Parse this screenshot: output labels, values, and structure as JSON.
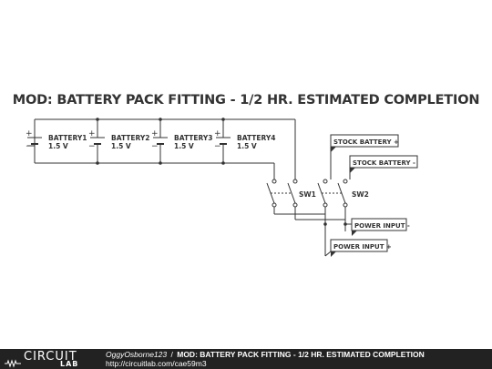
{
  "title": "MOD: BATTERY PACK FITTING - 1/2 HR. ESTIMATED COMPLETION",
  "batteries": [
    {
      "name": "BATTERY1",
      "value": "1.5 V"
    },
    {
      "name": "BATTERY2",
      "value": "1.5 V"
    },
    {
      "name": "BATTERY3",
      "value": "1.5 V"
    },
    {
      "name": "BATTERY4",
      "value": "1.5 V"
    }
  ],
  "switches": [
    {
      "name": "SW1"
    },
    {
      "name": "SW2"
    }
  ],
  "net_labels": {
    "stock_plus": "STOCK BATTERY +",
    "stock_minus": "STOCK BATTERY -",
    "power_minus": "POWER INPUT -",
    "power_plus": "POWER INPUT +"
  },
  "polarity": {
    "plus": "+",
    "minus": "−"
  },
  "footer": {
    "logo_top": "CIRCUIT",
    "logo_bottom": "LAB",
    "author": "OggyOsborne123",
    "separator": "/",
    "title": "MOD: BATTERY PACK FITTING - 1/2 HR. ESTIMATED COMPLETION",
    "url": "http://circuitlab.com/cae59m3"
  },
  "colors": {
    "wire": "#333333",
    "footer_bg": "#222222",
    "text": "#333333"
  }
}
